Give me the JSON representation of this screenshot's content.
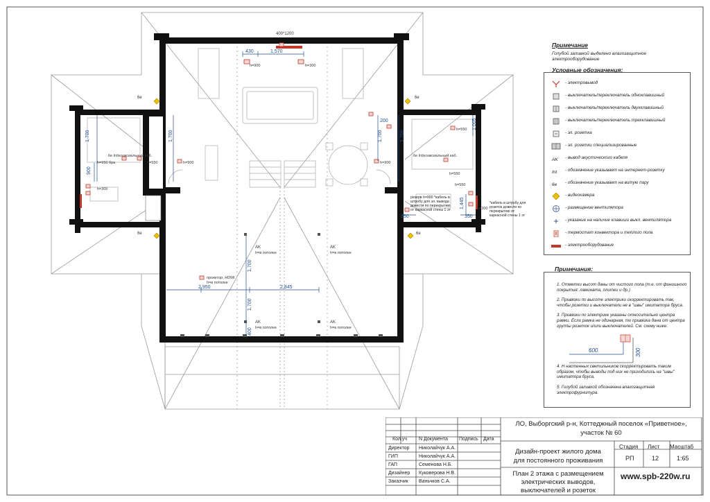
{
  "annotation_note": {
    "heading": "Примечание",
    "text": "Голубой заливкой выделено влагозащитное электрооборудование"
  },
  "legend": {
    "heading": "Условные обозначения:",
    "items": [
      {
        "icon": "electrical-outlet-icon",
        "label": "- электровывод"
      },
      {
        "icon": "switch-single-icon",
        "label": "- выключатель/переключатель одноклавишный"
      },
      {
        "icon": "switch-double-icon",
        "label": "- выключатель/переключатель двухклавишный"
      },
      {
        "icon": "switch-triple-icon",
        "label": "- выключатель/переключатель трехклавишный"
      },
      {
        "icon": "socket-icon",
        "label": "- эл. розетка"
      },
      {
        "icon": "special-socket-icon",
        "label": "- эл. розетки специализированные"
      },
      {
        "icon": "acoustic-cable-icon",
        "label": "- вывод акустического кабеля",
        "glyph": "AK"
      },
      {
        "icon": "internet-socket-icon",
        "label": "- обозначение указывает на интернет-розетку",
        "glyph": "Int"
      },
      {
        "icon": "twisted-pair-icon",
        "label": "- обозначение указывает на витую пару",
        "glyph": "6e"
      },
      {
        "icon": "camera-icon",
        "label": "- видеокамера"
      },
      {
        "icon": "fan-icon",
        "label": "- размещение вентилятора"
      },
      {
        "icon": "fan-switch-icon",
        "label": "- указание на наличие клавиши выкл. вентилятора"
      },
      {
        "icon": "thermostat-icon",
        "label": "- термостат конвектора и теплого пола"
      },
      {
        "icon": "equipment-icon",
        "label": "- электрооборудование"
      }
    ]
  },
  "notes": {
    "heading": "Примечания:",
    "items": [
      "1. Отметки высот даны от чистого пола (т.е. от финишного покрытия: ламината, плитки и др.)",
      "2. Привязки по высоте электрики скорректировать так, чтобы розетки и выключатели не в \"швы\" имитатора бруса.",
      "3. Привязки по электрике указаны относительно центра рамки. Если рамка не одинарная, то привязка дана от центра группы розеток и/или выключателей. См. схему ниже:",
      "4. Н настенных светильников скорректировать таким образом, чтобы выводы под них не приходились на \"швы\" имитатора бруса.",
      "5. Голубой заливкой обозначена влагозащитная электрофурнитура."
    ],
    "diagram_dims": {
      "width": "600",
      "height": "300"
    }
  },
  "plan": {
    "dims": {
      "top_opening": "400*1200",
      "top_left": "430",
      "top_mid": "1,570",
      "h900_top": "h=900",
      "h300_top": "h=300",
      "left_room_v1": "1,700",
      "left_room_v2": "1,700",
      "left_small": "900",
      "left_h300": "h=300",
      "left_h900": "h=900",
      "left_h550": "h=550",
      "right_200": "200",
      "right_v1": "1,700",
      "right_v2": "1,005",
      "right_h900": "h=900",
      "right_h550a": "h=550",
      "right_h550b": "h=550",
      "right_h550c": "h=550",
      "right_1445": "1,445",
      "right_350a": "350",
      "right_350b": "350",
      "right_h300": "h=300",
      "center_v1": "1,700",
      "center_v2": "1,700",
      "center_400": "400",
      "center_h1": "2,950",
      "center_h2": "2,845"
    },
    "labels": {
      "tag_6e_left_top": "6e",
      "tag_6e_right_top": "6e",
      "tag_6e_left_bottom": "6e",
      "tag_6e_right_bottom": "6e",
      "left_cable_note": "6e Int/коаксиальный каб.",
      "left_cable_h": "h=950 бра",
      "right_cable_note": "6e Int/коаксиальный каб.",
      "right_reserve_note": "резерв h=900 *кабель в штробу для эл. вывода довести по перекрытию от каркасной стены 1 эт",
      "right_wall_note": "*кабель в штробу для розеток довести по перекрытию от каркасной стены 1 эт",
      "ak_1": "AK",
      "ak_1_h": "h=в потолке",
      "ak_2": "AK",
      "ak_2_h": "h=в потолке",
      "ak_3": "AK",
      "ak_3_h": "h=в потолке",
      "ak_4": "AK",
      "ak_4_h": "h=в потолке",
      "projector": "проектор, HDMI",
      "projector_h": "h=в потолке"
    }
  },
  "title_block": {
    "project": "ЛО, Выборгский р-н, Коттеджный поселок «Приветное», участок № 60",
    "project_line1": "ЛО, Выборгский р-н, Коттеджный поселок «Приветное»,",
    "project_line2": "участок № 60",
    "design_line1": "Дизайн-проект жилого дома",
    "design_line2": "для постоянного проживания",
    "sheet_line1": "План 2 этажа с  размещением",
    "sheet_line2": "электрических выводов,",
    "sheet_line3": "выключателей и розеток",
    "col_headers": [
      "Кол.уч",
      "N Документа",
      "Подпись",
      "Дата"
    ],
    "stage_header": "Стадия",
    "sheet_header": "Лист",
    "scale_header": "Масштаб",
    "stage": "РП",
    "sheet": "12",
    "scale": "1:65",
    "website": "www.spb-220w.ru",
    "roles": [
      {
        "role": "Директор",
        "name": "Николайчук А.А."
      },
      {
        "role": "ГИП",
        "name": "Николайчук А.А."
      },
      {
        "role": "ГАП",
        "name": "Семенова Н.Б."
      },
      {
        "role": "Дизайнер",
        "name": "Куковерова Н.В."
      },
      {
        "role": "Заказчик",
        "name": "Ваньчков С.А."
      }
    ]
  },
  "colors": {
    "wall": "#111111",
    "accent": "#c0392b",
    "dim": "#1f4e8c",
    "line": "#9a9a9a"
  }
}
